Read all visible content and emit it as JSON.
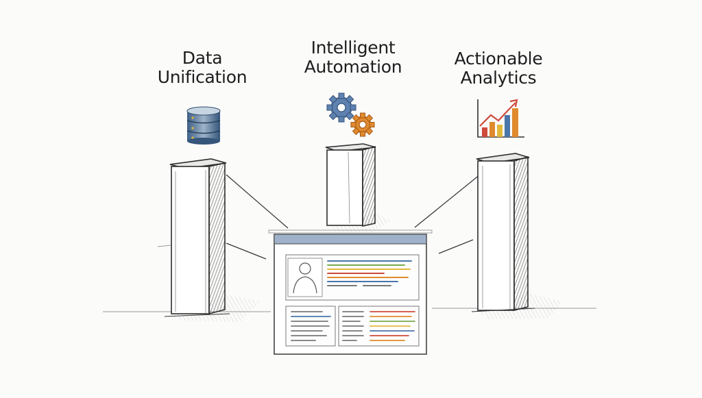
{
  "pillars": [
    {
      "line1": "Data",
      "line2": "Unification",
      "icon": "database-icon"
    },
    {
      "line1": "Intelligent",
      "line2": "Automation",
      "icon": "gears-icon"
    },
    {
      "line1": "Actionable",
      "line2": "Analytics",
      "icon": "bar-chart-icon"
    }
  ],
  "colors": {
    "pencil": "#3a3a3a",
    "background": "#fbfbfa",
    "accent_blue": "#4a76a8",
    "accent_orange": "#e08a2e",
    "accent_red": "#cf4a3a",
    "accent_green": "#7aaa4a",
    "accent_yellow": "#e2b93b"
  }
}
